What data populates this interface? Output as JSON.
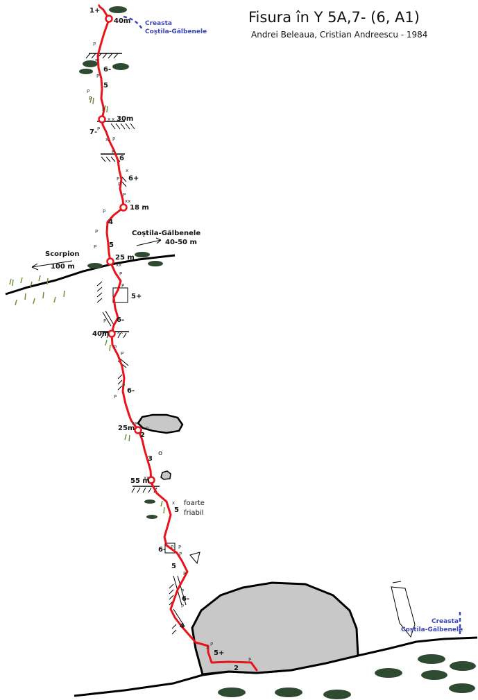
{
  "title": "Fisura în Y 5A,7- (6, A1)",
  "subtitle": "Andrei Beleaua, Cristian Andreescu - 1984",
  "top_grade": "1+",
  "belays": [
    "40m",
    "30m",
    "18 m",
    "25 m",
    "40m",
    "25m",
    "55 m"
  ],
  "grades": [
    "6-",
    "5",
    "7-",
    "6",
    "6+",
    "4",
    "5",
    "5+",
    "6-",
    "6-",
    "2",
    "3",
    "5",
    "6-",
    "5",
    "6-",
    "4",
    "5+",
    "2"
  ],
  "crest_top": [
    "Creasta",
    "Coştila-Gălbenele"
  ],
  "crest_bottom": [
    "Creasta",
    "Coştila-Gălbenele"
  ],
  "ledge_right": [
    "Coştila-Gălbenele",
    "40-50 m"
  ],
  "ledge_left": [
    "Scorpion",
    "100 m"
  ],
  "friable_note": [
    "foarte",
    "friabil"
  ],
  "piton_mark": "P",
  "bolt_mark": "x",
  "double_bolt_mark": "xx",
  "ring_mark": "o",
  "colors": {
    "route": "#e8141b",
    "rock": "#c8c8c8",
    "crest": "#3c46b4"
  }
}
